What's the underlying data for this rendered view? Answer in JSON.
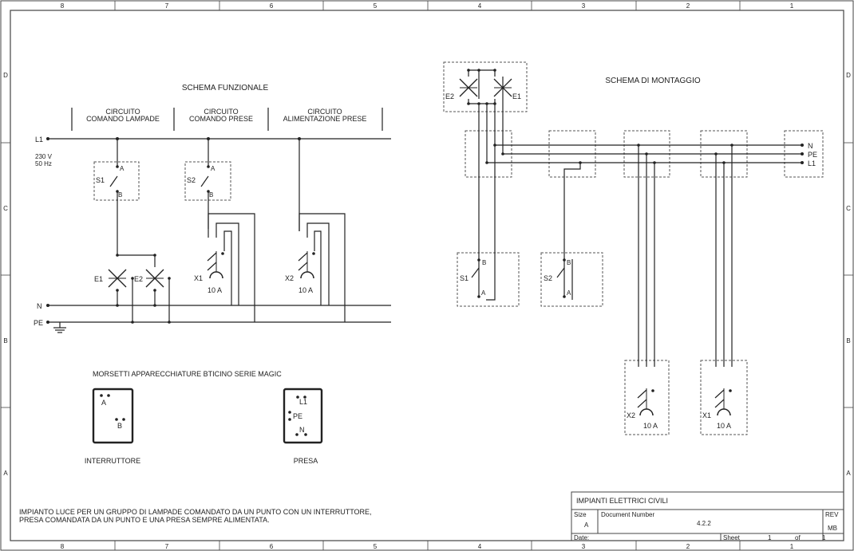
{
  "border": {
    "columns": [
      "8",
      "7",
      "6",
      "5",
      "4",
      "3",
      "2",
      "1"
    ],
    "rows": [
      "D",
      "C",
      "B",
      "A"
    ]
  },
  "left": {
    "title": "SCHEMA FUNZIONALE",
    "circuits": [
      {
        "line1": "CIRCUITO",
        "line2": "COMANDO LAMPADE"
      },
      {
        "line1": "CIRCUITO",
        "line2": "COMANDO PRESE"
      },
      {
        "line1": "CIRCUITO",
        "line2": "ALIMENTAZIONE PRESE"
      }
    ],
    "line_label": "L1",
    "voltage": "230 V",
    "frequency": "50 Hz",
    "neutral_label": "N",
    "pe_label": "PE",
    "s1": "S1",
    "s2": "S2",
    "term_a": "A",
    "term_b": "B",
    "e1": "E1",
    "e2": "E2",
    "x1": "X1",
    "x2": "X2",
    "rating": "10 A"
  },
  "right": {
    "title": "SCHEMA DI MONTAGGIO",
    "e1": "E1",
    "e2": "E2",
    "s1": "S1",
    "s2": "S2",
    "term_a": "A",
    "term_b": "B",
    "x1": "X1",
    "x2": "X2",
    "rating": "10 A",
    "supply_n": "N",
    "supply_pe": "PE",
    "supply_l1": "L1"
  },
  "terminals": {
    "title": "MORSETTI APPARECCHIATURE BTICINO SERIE MAGIC",
    "switch_label": "INTERRUTTORE",
    "socket_label": "PRESA",
    "a": "A",
    "b": "B",
    "l1": "L1",
    "pe": "PE",
    "n": "N"
  },
  "description": {
    "line1": "IMPIANTO LUCE PER UN GRUPPO DI LAMPADE COMANDATO DA UN PUNTO CON UN INTERRUTTORE,",
    "line2": "PRESA COMANDATA DA UN PUNTO E UNA PRESA SEMPRE ALIMENTATA."
  },
  "title_block": {
    "title": "IMPIANTI ELETTRICI CIVILI",
    "size_label": "Size",
    "size_value": "A",
    "docnum_label": "Document Number",
    "docnum_value": "4.2.2",
    "rev_label": "REV",
    "rev_value": "MB",
    "date_label": "Date:",
    "sheet_label": "Sheet",
    "sheet_value": "1",
    "of_label": "of",
    "of_value": "1"
  }
}
